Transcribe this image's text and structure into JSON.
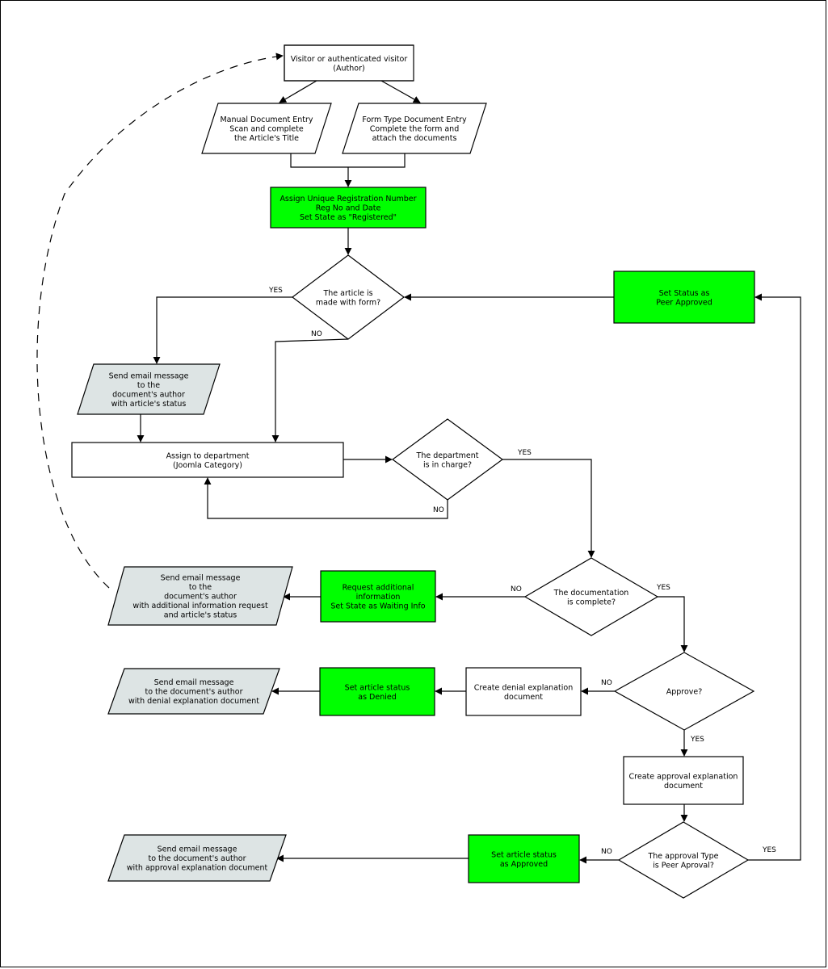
{
  "colors": {
    "green": "#00ff00",
    "io": "#dde4e4",
    "white": "#ffffff",
    "stroke": "#000000"
  },
  "nodes": {
    "visitor": [
      "Visitor or authenticated visitor",
      "(Author)"
    ],
    "manual_entry": [
      "Manual Document Entry",
      "Scan and complete",
      "the Article's Title"
    ],
    "form_entry": [
      "Form Type Document Entry",
      "Complete the form and",
      "attach the documents"
    ],
    "assign_reg": [
      "Assign Unique Registration Number",
      "Reg No and Date",
      "Set State as \"Registered\""
    ],
    "made_with_form": [
      "The article is",
      "made with form?"
    ],
    "peer_approved_status": [
      "Set Status as",
      "Peer Approved"
    ],
    "email_status": [
      "Send email message",
      "to the",
      "document's author",
      "with article's status"
    ],
    "assign_dept": [
      "Assign to department",
      "(Joomla Category)"
    ],
    "dept_in_charge": [
      "The department",
      "is in charge?"
    ],
    "email_additional": [
      "Send email message",
      "to the",
      "document's author",
      "with additional information request",
      "and article's status"
    ],
    "request_info": [
      "Request additional",
      "information",
      "Set State as Waiting Info"
    ],
    "doc_complete": [
      "The documentation",
      "is complete?"
    ],
    "email_denial": [
      "Send email message",
      "to the document's author",
      "with denial explanation document"
    ],
    "set_denied": [
      "Set article status",
      "as Denied"
    ],
    "denial_doc": [
      "Create denial explanation",
      "document"
    ],
    "approve": [
      "Approve?"
    ],
    "approval_doc": [
      "Create approval explanation",
      "document"
    ],
    "email_approval": [
      "Send email message",
      "to the document's author",
      "with approval explanation document"
    ],
    "set_approved": [
      "Set article status",
      "as Approved"
    ],
    "peer_type": [
      "The approval Type",
      "is Peer Aproval?"
    ]
  },
  "labels": {
    "yes": "YES",
    "no": "NO"
  }
}
